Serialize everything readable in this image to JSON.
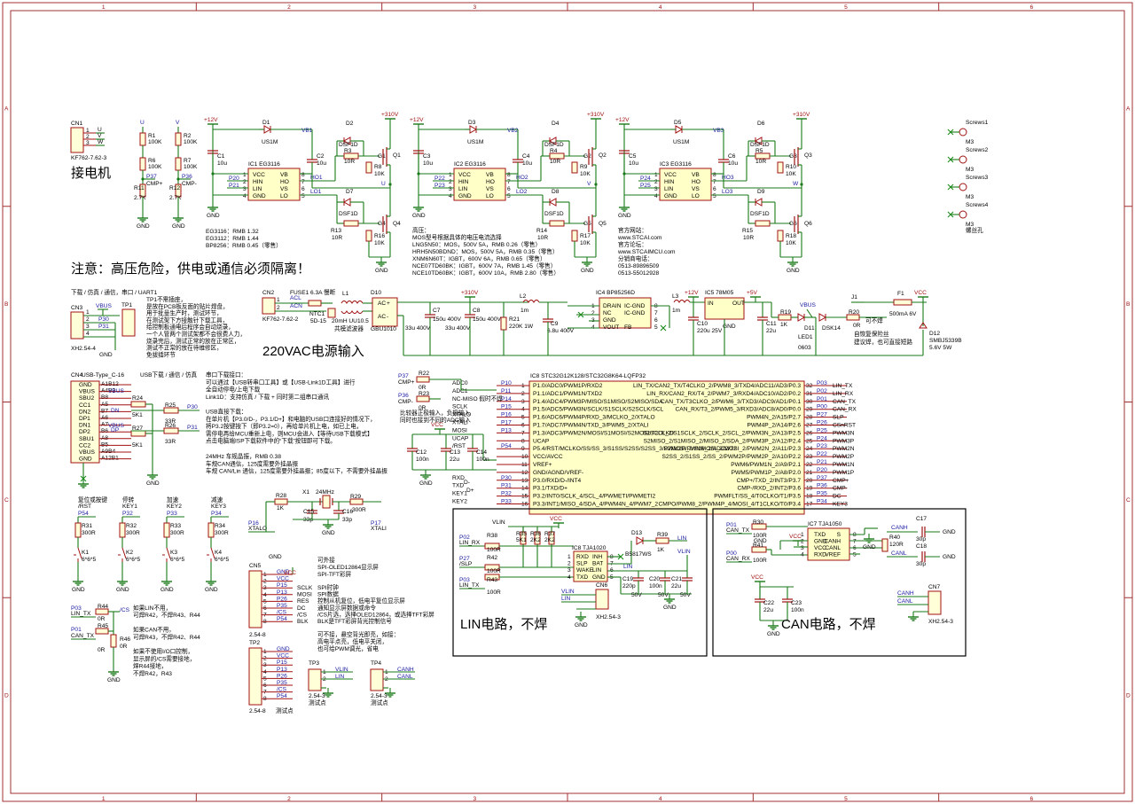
{
  "frame": {
    "cols": [
      "1",
      "2",
      "3",
      "4",
      "5",
      "6"
    ],
    "rows": [
      "A",
      "B",
      "C",
      "D"
    ]
  },
  "power": {
    "v12": "+12V",
    "v310": "+310V",
    "v5": "+5V",
    "vcc": "VCC",
    "gnd": "GND"
  },
  "motor": {
    "ref": "CN1",
    "part": "KF762-7.62-3",
    "pins": [
      "U",
      "V",
      "W"
    ],
    "title": "接电机",
    "divider": {
      "u": {
        "net": "U",
        "r1": "R1",
        "v1": "100K",
        "r2": "R6",
        "v2": "100K",
        "tp": "P37",
        "tpn": "CMP+",
        "r3": "R11",
        "v3": "2.7K"
      },
      "v": {
        "net": "V",
        "r1": "R2",
        "v1": "100K",
        "r2": "R7",
        "v2": "100K",
        "tp": "P36",
        "tpn": "CMP-",
        "r3": "R12",
        "v3": "2.7K"
      }
    }
  },
  "drivers": [
    {
      "ic": "IC1",
      "part": "EG3116",
      "cap1": "C1",
      "cap1v": "10u",
      "diode": "D1",
      "diodep": "US1M",
      "vb": "VB1",
      "cap2": "C2",
      "cap2v": "10u",
      "ho": "HO1",
      "lo": "LO1",
      "inh": "P20",
      "inl": "P21",
      "dh": "D2",
      "dl": "D7",
      "dp": "DSF1D",
      "rh": "R3",
      "rl": "R13",
      "rv": "10R",
      "rh2": "R8",
      "rl2": "R16",
      "rv2": "10K",
      "gh": "G1",
      "gl": "G4",
      "qh": "Q1",
      "ql": "Q4",
      "out": "U"
    },
    {
      "ic": "IC2",
      "part": "EG3116",
      "cap1": "C3",
      "cap1v": "10u",
      "diode": "D3",
      "diodep": "US1M",
      "vb": "VB2",
      "cap2": "C4",
      "cap2v": "10u",
      "ho": "HO2",
      "lo": "LO2",
      "inh": "P22",
      "inl": "P23",
      "dh": "D4",
      "dl": "D8",
      "dp": "DSF1D",
      "rh": "R4",
      "rl": "R14",
      "rv": "10R",
      "rh2": "R9",
      "rl2": "R17",
      "rv2": "10K",
      "gh": "G2",
      "gl": "G5",
      "qh": "Q2",
      "ql": "Q5",
      "out": "V"
    },
    {
      "ic": "IC3",
      "part": "EG3116",
      "cap1": "C5",
      "cap1v": "10u",
      "diode": "D5",
      "diodep": "US1M",
      "vb": "VB3",
      "cap2": "C6",
      "cap2v": "10u",
      "ho": "HO3",
      "lo": "LO3",
      "inh": "P24",
      "inl": "P25",
      "dh": "D6",
      "dl": "D9",
      "dp": "DSF1D",
      "rh": "R5",
      "rl": "R15",
      "rv": "10R",
      "rh2": "R10",
      "rl2": "R18",
      "rv2": "10K",
      "gh": "G3",
      "gl": "G6",
      "qh": "Q3",
      "ql": "Q6",
      "out": "W"
    }
  ],
  "driver_pins": {
    "left": [
      "VCC",
      "HIN",
      "LIN",
      "GND"
    ],
    "right": [
      "VB",
      "HO",
      "VS",
      "LO"
    ],
    "lnum": [
      "1",
      "2",
      "3",
      "4"
    ],
    "rnum": [
      "8",
      "7",
      "6",
      "5"
    ]
  },
  "screws": [
    {
      "ref": "Screws1",
      "part": "M3"
    },
    {
      "ref": "Screws2",
      "part": "M3"
    },
    {
      "ref": "Screws3",
      "part": "M3"
    },
    {
      "ref": "Screws4",
      "part": "M3"
    }
  ],
  "screw_note": "螺丝孔",
  "notes": {
    "eg": [
      "EG3116：RMB 1.32",
      "EG3112：RMB 1.44",
      "BP8256：RMB 0.45（零售）"
    ],
    "warning": "注意：高压危险，供电或通信必须隔离！",
    "mos": [
      "高压：",
      "MOS型号根据具体的电压电流选择",
      "LNG5N50：MOS，500V 5A，RMB 0.26（零售）",
      "HRH5N50BDND：MOS，500V 5A，RMB 0.35（零售）",
      "XNM6N60T：IGBT，600V 6A，RMB 0.65（零售）",
      "NCE07TD60BK：IGBT，600V 7A，RMB 1.45（零售）",
      "NCE10TD60BK：IGBT，600V 10A，RMB 2.80（零售）"
    ],
    "web": [
      "官方网站：",
      "www.STCAI.com",
      "官方论坛：",
      "www.STCAIMCU.com",
      "分销商电话：",
      "0513-89896509",
      "0513-55012928"
    ]
  },
  "uart": {
    "title": "下载 / 仿真 / 通信，串口 / UART1",
    "ref": "CN3",
    "vbus": "VBUS",
    "pins": [
      "1",
      "2",
      "3",
      "4"
    ],
    "nets": [
      "P30",
      "P31"
    ],
    "part": "XH2.54-4",
    "tp": "TP1",
    "note": [
      "TP1不需插座，",
      "是放在PCB板反面的贴片焊盘，",
      "用于批量生产时，测试环节，",
      "在测试架下方接触针下载工具，",
      "给控制板通电后程序会自动烧录，",
      "一个人管两个测试架都不会很费人力，",
      "烧录完后，测试正常的放在正常区，",
      "测试不正常的放在待维修区，",
      "免拔插环节"
    ]
  },
  "usb": {
    "title": "USB下载 / 通信 / 仿真",
    "ref": "CN4",
    "part": "USB-Type_C-16",
    "pins": [
      "GND",
      "VBUS",
      "SBU2",
      "CC1",
      "DN2",
      "DP1",
      "DN1",
      "DP2",
      "SBU1",
      "CC2",
      "VBUS",
      "GND"
    ],
    "pnums": [
      "A1B12",
      "A4B9",
      "B8",
      "A5",
      "B7",
      "A6",
      "A7",
      "B6",
      "A8",
      "B5",
      "A9B4",
      "A12B1"
    ],
    "r1": "R24",
    "r1v": "5K1",
    "r2": "R27",
    "r2v": "5K1",
    "r3": "R25",
    "r3v": "33R",
    "r4": "R26",
    "r4v": "33R",
    "nets": [
      "VBUS",
      "DN",
      "DP",
      "P30",
      "P31"
    ],
    "note": [
      "串口下载接口：",
      "可以通过【USB转串口工具】或【USB-Link1D工具】进行",
      "全自动停电/上电下载",
      "Link1D：支持仿真 / 下载 + 同时第二组串口通讯",
      "",
      "USB直接下载：",
      "在单片机【P3.0/D-，P3.1/D+】和电脑的USB口连接好的情况下，",
      "将P3.2按键按下（即P3.2=0），再给单片机上电，如已上电，",
      "需停电再给MCU重新上电，则MCU会进入【等待USB下载模式】",
      "点击电脑端ISP下载软件中的“下载”按钮即可下载。"
    ]
  },
  "xtal_note": [
    "24MHz 车规晶振，RMB 0.38",
    "车规CAN通信，125度需要外挂晶振",
    "车规 CAN/Lin 通信，125度需要外挂晶振；85度以下，不需要外挂晶振"
  ],
  "psu": {
    "title": "220VAC电源输入",
    "cn": "CN2",
    "cnpart": "KF762-7.62-2",
    "acl": "ACL",
    "acn": "ACN",
    "fuse": "FUSE1",
    "fusev": "6.3A 慢断",
    "ntc": "NTC1",
    "ntcv": "5D-15",
    "l1": "L1",
    "l1v": "20mH UU10.5",
    "l1n": "共模滤波器",
    "bridge": "D10",
    "bridgep": "GBU1010",
    "c7": "C7",
    "c7v": "150u 400V",
    "c7b": "33u 400V",
    "c8": "C8",
    "c8v": "150u 400V",
    "c8b": "33u 400V",
    "r21": "R21",
    "r21v": "220K 1W",
    "l2": "L2",
    "l2v": "1m",
    "c9": "C9",
    "c9v": "6.8u 400V",
    "ic4": "IC4",
    "ic4p": "BP85256D",
    "ic4l": [
      "DRAIN",
      "NC",
      "GND",
      "VOUT"
    ],
    "ic4r": [
      "IC-GND",
      "IC-GND",
      "",
      "FB"
    ],
    "l3": "L3",
    "l3v": "1m",
    "c10": "C10",
    "c10v": "220u 25V",
    "ic5": "IC5",
    "ic5p": "78M05",
    "ic5in": "IN",
    "ic5out": "OUT",
    "ic5g": "GND",
    "c11": "C11",
    "c11v": "22u",
    "r19": "R19",
    "r19v": "1K",
    "led": "LED1",
    "ledp": "0603",
    "d11": "D11",
    "d11p": "DSK14",
    "vbus": "VBUS",
    "r20": "R20",
    "r20v": "0R",
    "r20n": "可不焊",
    "j1": "J1",
    "j1n": "自恢复保险丝",
    "j1n2": "建议焊，也可直接短路",
    "f1": "F1",
    "f1v": "500mA 6V",
    "d12": "D12",
    "d12p": "SMBJ5339B",
    "d12v": "5.6V 5W"
  },
  "mcu": {
    "ref": "IC8",
    "part": "STC32G12K128/STC32G8K64-LQFP32",
    "left_pins": [
      "P1.0/ADC0/PWM1P/RXD2",
      "P1.1/ADC1/PWM1N/TXD2",
      "P1.4/ADC4/PWM3P/MISO/S1MISO/S2MISO/SDA",
      "P1.5/ADC5/PWM3N/SCLK/S1SCLK/S2SCLK/SCL",
      "P1.6/ADC6/PWM4P/RXD_3/MCLKO_2/XTALO",
      "P1.7/ADC7/PWM4N/TXD_3/PWM5_2/XTALI",
      "P1.3/ADC3/PWM2N/MOSI/S1MOSI/S2MOSI/T2CLKO",
      "UCAP",
      "P5.4/RST/MCLKO/SS/SS_3/S1SS/S2SS/S2SS_3/PWM2P/PWM6_2/ADC2/T2",
      "VCC/AVCC",
      "VREF+",
      "GND/AGND/VREF-",
      "P3.0/RXD/D-/INT4",
      "P3.1/TXD/D+",
      "P3.2/INT0/SCLK_4/SCL_4/PWMETI/PWMETI2",
      "P3.3/INT1/MISO_4/SDA_4/PWM4N_4/PWM7_2"
    ],
    "left_nums": [
      "1",
      "2",
      "3",
      "4",
      "5",
      "6",
      "7",
      "8",
      "9",
      "10",
      "11",
      "12",
      "13",
      "14",
      "15",
      "16"
    ],
    "left_nets": [
      "P10",
      "P11",
      "P14",
      "P15",
      "P16",
      "P17",
      "P13",
      "",
      "P54",
      "",
      "",
      "",
      "P30",
      "P31",
      "P32",
      "P33"
    ],
    "left_labels": [
      "ADC0",
      "ADC1",
      "NC-MISO 假时不焊",
      "SCLK",
      "XTALO",
      "XTALI",
      "MOSI",
      "UCAP",
      "/RST",
      "",
      "",
      "",
      "RXD",
      "TXD",
      "KEY1",
      "KEY2"
    ],
    "right_pins": [
      "LIN_TX/CAN2_TX/T4CLKO_2/PWM8_3/TXD4/ADC11/AD3/P0.3",
      "LIN_RX/CAN2_RX/T4_2/PWM7_3/RXD4/ADC10/AD2/P0.2",
      "CAN_TX/T3CLKO_2/PWM6_3/TXD3/ADC9/AD1/P0.1",
      "CAN_RX/T3_2/PWM5_3/RXD3/ADC8/AD0/P0.0",
      "PWM4N_2/A15/P2.7",
      "PWM4P_2/A14/P2.6",
      "S2SCLK_2/S1SCLK_2/SCLK_2/SCL_2/PWM3N_2/A13/P2.5",
      "S2MISO_2/S1MISO_2/MISO_2/SDA_2/PWM3P_2/A12/P2.4",
      "S2MOSI_2/S1MOSI_2/MOSI_2/PWM2N_2/A11/P2.3",
      "S2SS_2/S1SS_2/SS_2/PWM2P/PWM2P_2/A10/P2.2",
      "PWM6/PWM1N_2/A9/P2.1",
      "PWM5/PWM1P_2/A8/P2.0",
      "CMP+/TXD_2/INT3/P3.7",
      "CMP-/RXD_2/INT2/P3.6",
      "PWMFLT/SS_4/T0CLKO/T1/P3.5",
      "CMPO/PWM8_2/PWM4P_4/MOSI_4/T1CLKO/T0/P3.4"
    ],
    "right_nums": [
      "32",
      "31",
      "30",
      "29",
      "28",
      "27",
      "26",
      "25",
      "24",
      "23",
      "22",
      "21",
      "20",
      "19",
      "18",
      "17"
    ],
    "right_nets": [
      "P03",
      "P02",
      "P01",
      "P00",
      "P27",
      "P26",
      "P25",
      "P24",
      "P23",
      "P22",
      "P21",
      "P20",
      "P37",
      "P36",
      "P35",
      "P34"
    ],
    "right_labels": [
      "LIN_TX",
      "LIN_RX",
      "CAN_TX",
      "CAN_RX",
      "SLP",
      "CSnRST",
      "PWM3N",
      "PWM3P",
      "PWM2N",
      "PWM2P",
      "PWM1N",
      "PWM1P",
      "CMP+",
      "CMP-",
      "DC",
      "KEY3"
    ],
    "cmp": {
      "p37": "P37",
      "p37n": "CMP+",
      "r22": "R22",
      "r22v": "0R",
      "p36": "P36",
      "p36n": "CMP-",
      "r23": "R23",
      "r23v": "0R",
      "note1": "比较器正极输入，负极输入",
      "note2": "同时也接到不同的ADC输入"
    },
    "caps": {
      "c12": "C12",
      "c12v": "100n",
      "c13": "C13",
      "c13v": "22u",
      "c14": "C14",
      "c14v": "100n",
      "vcc": "VCC",
      "d": [
        "D-",
        "D+"
      ]
    }
  },
  "keys": [
    {
      "ref": "P54",
      "title": "复位或按键",
      "name": "/RST",
      "r": "R31",
      "rv": "300R",
      "k": "K1",
      "kv": "6*6*5"
    },
    {
      "ref": "P32",
      "title": "停转",
      "name": "KEY1",
      "r": "R32",
      "rv": "300R",
      "k": "K2",
      "kv": "6*6*5"
    },
    {
      "ref": "P33",
      "title": "加速",
      "name": "KEY2",
      "r": "R33",
      "rv": "300R",
      "k": "K3",
      "kv": "6*6*5"
    },
    {
      "ref": "P34",
      "title": "减速",
      "name": "KEY3",
      "r": "R34",
      "rv": "300R",
      "k": "K4",
      "kv": "6*6*5"
    }
  ],
  "xtal": {
    "p16": "P16",
    "p16n": "XTALO",
    "r28": "R28",
    "r28v": "1K",
    "x1": "X1",
    "x1v": "24MHz",
    "c15": "C15",
    "c15v": "33p",
    "c16": "C16",
    "c16v": "33p",
    "r29": "R29",
    "r29v": "300R",
    "p17": "P17",
    "p17n": "XTALI"
  },
  "cs": {
    "p03": "P03",
    "p03n": "LIN_TX",
    "r44": "R44",
    "r44v": "0R",
    "p01": "P01",
    "p01n": "CAN_TX",
    "r45": "R45",
    "r45v": "0R",
    "r46": "R46",
    "r46v": "0R",
    "cs": "/CS",
    "note": [
      "如果LIN不用，",
      "可焊R42，不焊R43、R44",
      "",
      "如果CAN不用，",
      "可焊R43，不焊R42、R44",
      "",
      "如果不使用I/O口控制，",
      "显示屏的/CS需要接地，",
      "焊R44接地，",
      "不焊R42，R43"
    ]
  },
  "oled": {
    "ref": "CN5",
    "part": "2.54-8",
    "pins": [
      "GND",
      "VCC",
      "P15",
      "P13",
      "P26",
      "P35",
      "/CS",
      "P54"
    ],
    "nets": [
      "SCLK",
      "MOSI",
      "RES",
      "DC",
      "/CS",
      "BLK"
    ],
    "desc": [
      "SPI时钟",
      "SPI数据",
      "控制从机复位，低电平复位显示屏",
      "通知显示屏数据或命令",
      "/CS片选，选择OLED12864，或选择TFT彩屏",
      "BLK是TFT彩屏背光控制信号"
    ],
    "head": [
      "可外接",
      "SPI-OLED12864显示屏",
      "SPI-TFT彩屏"
    ],
    "blk": [
      "可不接，悬空背光即亮，如接：",
      "高电平点亮，低电平关闭，",
      "也可给PWM调光，省电"
    ],
    "tp2": "TP2",
    "tp2part": "2.54-8",
    "tp2pins": [
      "GND",
      "VCC",
      "P15",
      "P13",
      "P26",
      "P35",
      "/CS",
      "P54"
    ],
    "tp2n": "测试点"
  },
  "tp3": {
    "ref": "TP3",
    "pins": [
      "VLIN",
      "LIN"
    ],
    "part": "2.54-3",
    "n": "测试点"
  },
  "tp4": {
    "ref": "TP4",
    "pins": [
      "CANH",
      "CANL"
    ],
    "part": "2.54-3",
    "n": "测试点"
  },
  "lin": {
    "title": "LIN电路，不焊",
    "ic": "IC8",
    "part": "TJA1020",
    "lp": [
      "RXD",
      "SLP",
      "WAKE",
      "TXD"
    ],
    "rp": [
      "INH",
      "BAT",
      "LIN",
      "GND"
    ],
    "ln": [
      "1",
      "2",
      "3",
      "4"
    ],
    "rn": [
      "8",
      "7",
      "6",
      "5"
    ],
    "vlin": "VLIN",
    "vcc": "VCC",
    "r35": "R35",
    "r35v": "5K1",
    "r36": "R36",
    "r36v": "2K2",
    "r37": "R37",
    "r37v": "2K2",
    "p02": "P02",
    "p02n": "LIN_RX",
    "r38": "R38",
    "r38v": "100R",
    "p27": "P27",
    "p27n": "/SLP",
    "r42": "R42",
    "r42v": "100R",
    "p03": "P03",
    "p03n": "LIN_TX",
    "r43": "R43",
    "r43v": "100R",
    "d13": "D13",
    "d13p": "B5817WS",
    "r39": "R39",
    "r39v": "1K",
    "lin": "LIN",
    "c19": "C19",
    "c19v": "220p",
    "c20": "C20",
    "c20v": "100n",
    "c21": "C21",
    "c21v": "22u",
    "v": "50V",
    "cn6": "CN6",
    "cn6part": "XH2.54-3",
    "cn6pins": [
      "VLIN",
      "LIN"
    ]
  },
  "can": {
    "title": "CAN电路，不焊",
    "ic": "IC7",
    "part": "TJA1050",
    "lp": [
      "TXD",
      "GND",
      "VCC",
      "RXD"
    ],
    "rp": [
      "S",
      "CANH",
      "CANL",
      "VREF"
    ],
    "ln": [
      "1",
      "2",
      "3",
      "4"
    ],
    "rn": [
      "8",
      "7",
      "6",
      "5"
    ],
    "p01": "P01",
    "p01n": "CAN_TX",
    "r30": "R30",
    "r30v": "100R",
    "p00": "P00",
    "p00n": "CAN_RX",
    "r41": "R41",
    "r41v": "100R",
    "canh": "CANH",
    "canl": "CANL",
    "r40": "R40",
    "r40v": "120R",
    "c17": "C17",
    "c17v": "30p",
    "c18": "C18",
    "c18v": "30p",
    "c22": "C22",
    "c22v": "22u",
    "c23": "C23",
    "c23v": "100n",
    "cn7": "CN7",
    "cn7part": "XH2.54-3",
    "cn7pins": [
      "CANH",
      "CANL"
    ]
  }
}
